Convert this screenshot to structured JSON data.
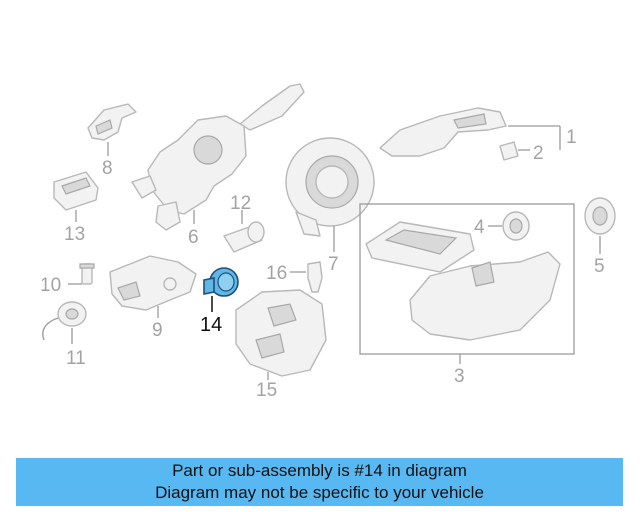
{
  "diagram": {
    "callouts": [
      "1",
      "2",
      "3",
      "4",
      "5",
      "6",
      "7",
      "8",
      "9",
      "10",
      "11",
      "12",
      "13",
      "14",
      "15",
      "16"
    ],
    "highlighted_callout": "14",
    "colors": {
      "highlight": "#5fb7e6",
      "banner": "#58b8f1",
      "line_art": "#b8b8b8"
    }
  },
  "banner": {
    "line1": "Part or sub-assembly is #14 in diagram",
    "line2": "Diagram may not be specific to your vehicle"
  }
}
